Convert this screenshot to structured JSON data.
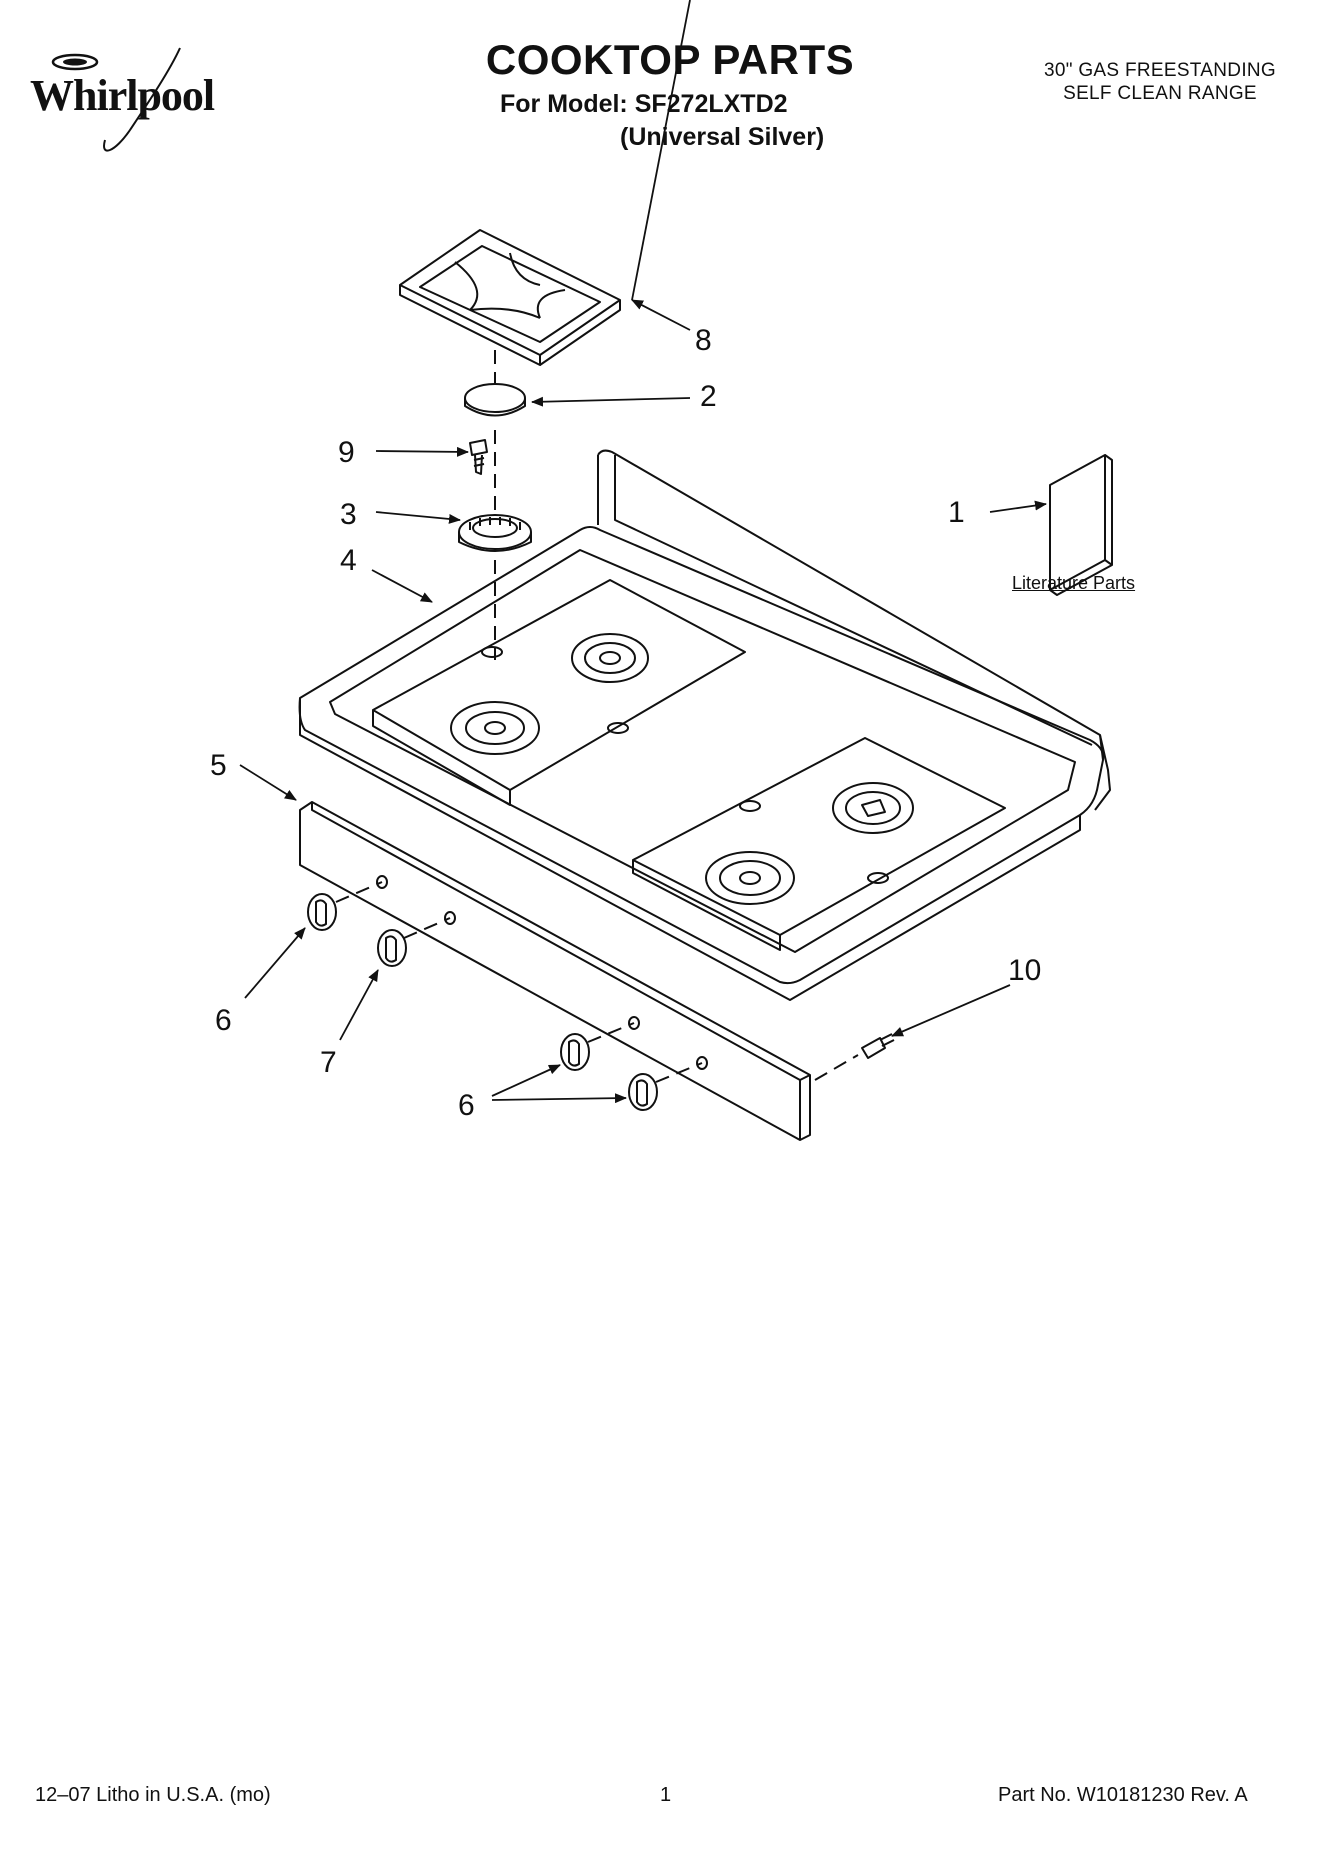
{
  "header": {
    "brand": "Whirlpool",
    "title": "COOKTOP PARTS",
    "model_line": "For Model: SF272LXTD2",
    "finish": "(Universal Silver)",
    "range_line1": "30\" GAS FREESTANDING",
    "range_line2": "SELF CLEAN RANGE"
  },
  "callouts": {
    "c1": "1",
    "c2": "2",
    "c3": "3",
    "c4": "4",
    "c5": "5",
    "c6a": "6",
    "c6b": "6",
    "c7": "7",
    "c8": "8",
    "c9": "9",
    "c10": "10"
  },
  "literature_label": "Literature Parts",
  "footer": {
    "litho": "12–07 Litho in U.S.A. (mo)",
    "page": "1",
    "part_no": "Part No. W10181230 Rev. A"
  }
}
